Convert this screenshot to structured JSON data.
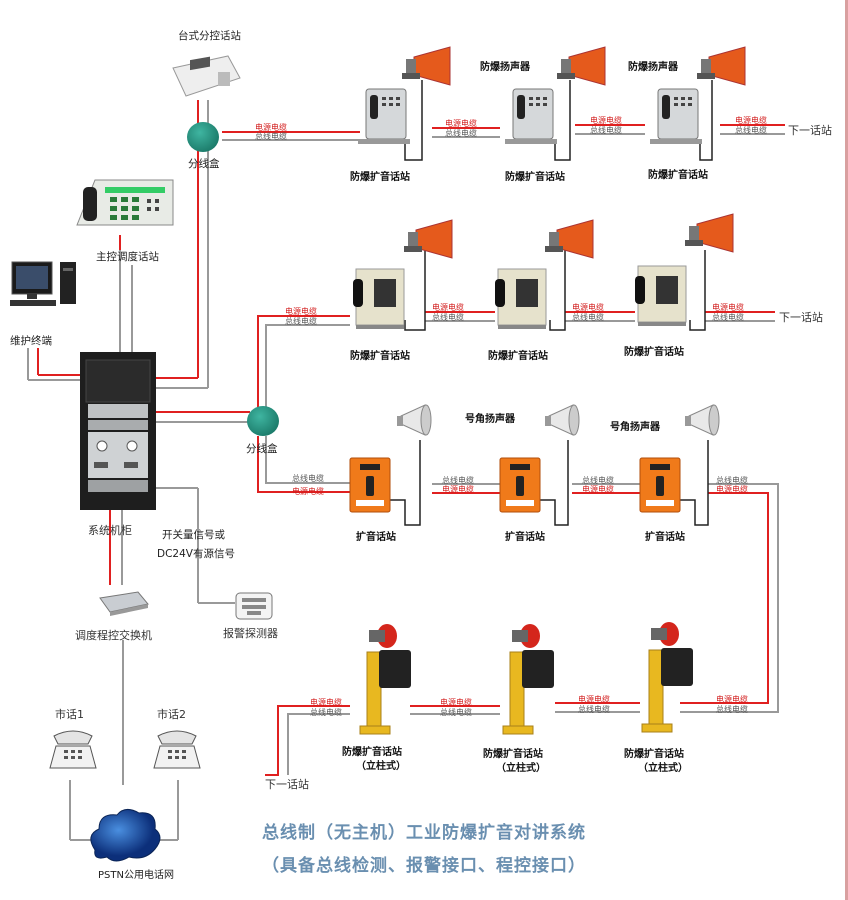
{
  "title": {
    "line1": "总线制（无主机）工业防爆扩音对讲系统",
    "line2": "（具备总线检测、报警接口、程控接口）"
  },
  "devices": {
    "desk_station": "台式分控话站",
    "junction_box": "分线盒",
    "master_station": "主控调度话站",
    "maintenance_terminal": "维护终端",
    "system_cabinet": "系统机柜",
    "switch_signal_line1": "开关量信号或",
    "switch_signal_line2": "DC24V有源信号",
    "alarm_detector": "报警探测器",
    "exchange": "调度程控交换机",
    "city_phone_1": "市话1",
    "city_phone_2": "市话2",
    "pstn": "PSTN公用电话网"
  },
  "row_labels": {
    "explosion_speaker": "防爆扬声器",
    "explosion_station": "防爆扩音话站",
    "horn_speaker": "号角扬声器",
    "pa_station": "扩音话站",
    "pillar_station": "防爆扩音话站",
    "pillar_suffix": "（立柱式）",
    "next_station": "下一话站"
  },
  "cables": {
    "power": "电源电缆",
    "bus": "总线电缆"
  },
  "colors": {
    "power_line": "#e02020",
    "bus_line": "#999999",
    "junction": "#1e8a7a",
    "title": "#6a8fb0"
  }
}
